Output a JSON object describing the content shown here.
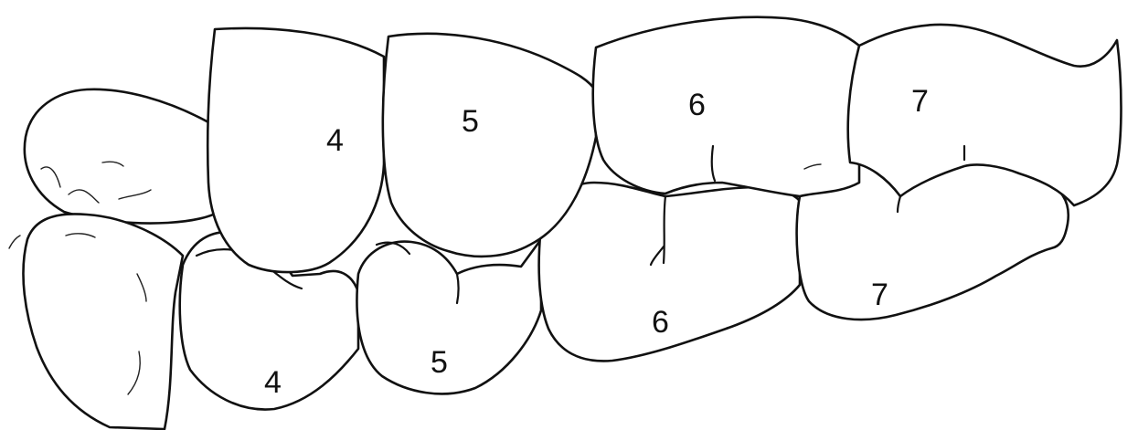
{
  "teeth": {
    "upper": [
      {
        "label": "4"
      },
      {
        "label": "5"
      },
      {
        "label": "6"
      },
      {
        "label": "7"
      }
    ],
    "lower": [
      {
        "label": "4"
      },
      {
        "label": "5"
      },
      {
        "label": "6"
      },
      {
        "label": "7"
      }
    ]
  },
  "colors": {
    "line": "#111111",
    "background": "#ffffff"
  }
}
